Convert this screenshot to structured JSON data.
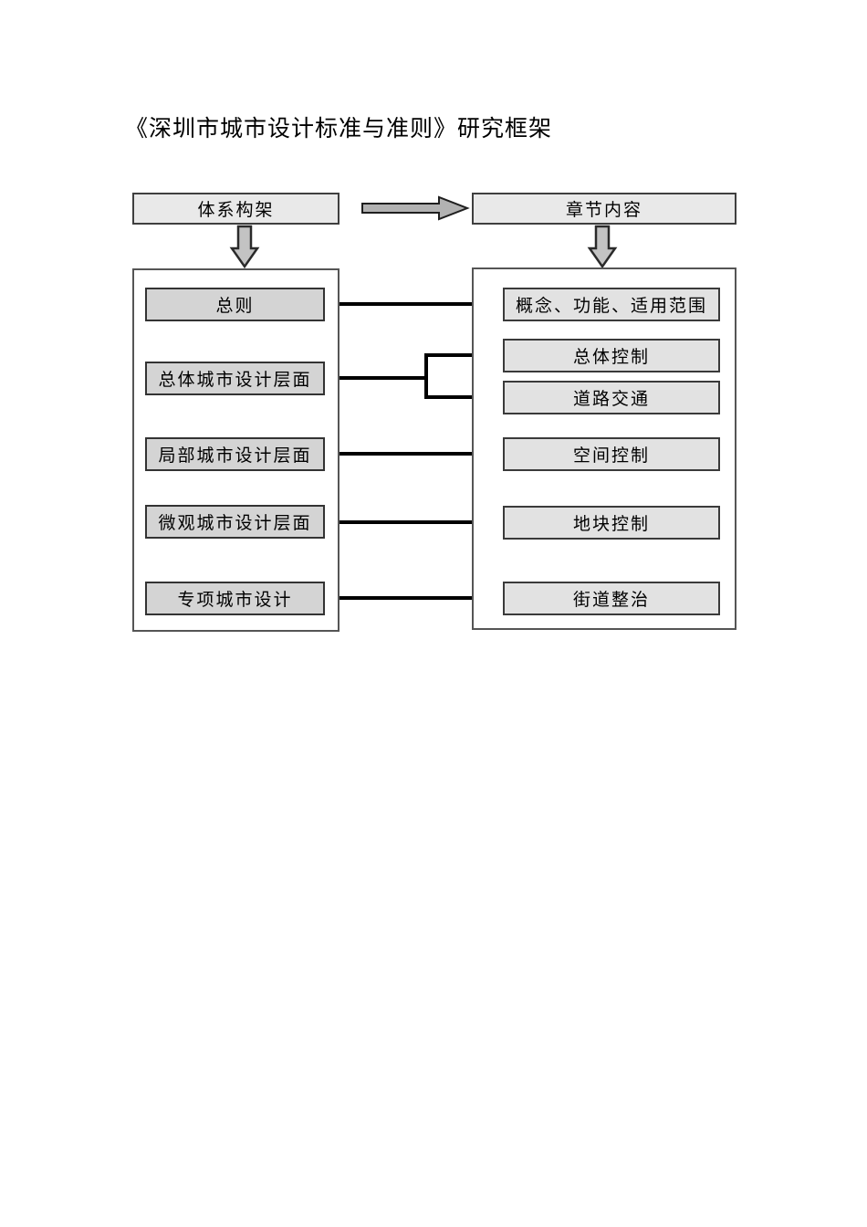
{
  "page": {
    "title": "《深圳市城市设计标准与准则》研究框架"
  },
  "diagram": {
    "headers": {
      "left": "体系构架",
      "right": "章节内容"
    },
    "left_column": {
      "items": [
        {
          "label": "总则"
        },
        {
          "label": "总体城市设计层面"
        },
        {
          "label": "局部城市设计层面"
        },
        {
          "label": "微观城市设计层面"
        },
        {
          "label": "专项城市设计"
        }
      ]
    },
    "right_column": {
      "items": [
        {
          "label": "概念、功能、适用范围"
        },
        {
          "label": "总体控制"
        },
        {
          "label": "道路交通"
        },
        {
          "label": "空间控制"
        },
        {
          "label": "地块控制"
        },
        {
          "label": "街道整治"
        }
      ]
    },
    "connections": [
      {
        "from": "总则",
        "to": [
          "概念、功能、适用范围"
        ]
      },
      {
        "from": "总体城市设计层面",
        "to": [
          "总体控制",
          "道路交通"
        ]
      },
      {
        "from": "局部城市设计层面",
        "to": [
          "空间控制"
        ]
      },
      {
        "from": "微观城市设计层面",
        "to": [
          "地块控制"
        ]
      },
      {
        "from": "专项城市设计",
        "to": [
          "街道整治"
        ]
      }
    ],
    "colors": {
      "left_node_fill": "#d4d4d4",
      "right_node_fill": "#e2e2e2",
      "header_fill": "#e9e9e9",
      "node_border": "#333333",
      "connector": "#000000",
      "block_arrow_fill": "#b2b2b2",
      "down_arrow_fill": "#c3c3c3",
      "background": "#ffffff"
    }
  }
}
